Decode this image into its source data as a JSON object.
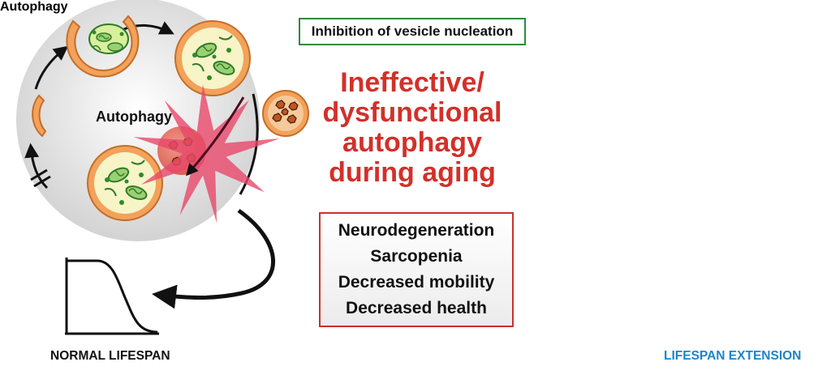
{
  "inhibition_label": "Inhibition of vesicle nucleation",
  "title_lines": [
    "Ineffective/",
    "dysfunctional",
    "autophagy",
    "during aging"
  ],
  "effects": [
    "Neurodegeneration",
    "Sarcopenia",
    "Decreased mobility",
    "Decreased health"
  ],
  "left_panel": {
    "autophagy_label": "Autophagy",
    "caption": "NORMAL LIFESPAN"
  },
  "right_panel": {
    "autophagy_label": "Autophagy",
    "caption": "LIFESPAN EXTENSION"
  },
  "colors": {
    "title_red": "#d3302a",
    "inhibition_border": "#2e8b3e",
    "effects_border": "#c9322c",
    "lifespan_extension_blue": "#1a86c8",
    "vesicle_orange": "#f2a25a",
    "mitochondria_green": "#4aa83e",
    "lysosome_red": "#e0473b",
    "blocked_cross": "#d93a30"
  }
}
